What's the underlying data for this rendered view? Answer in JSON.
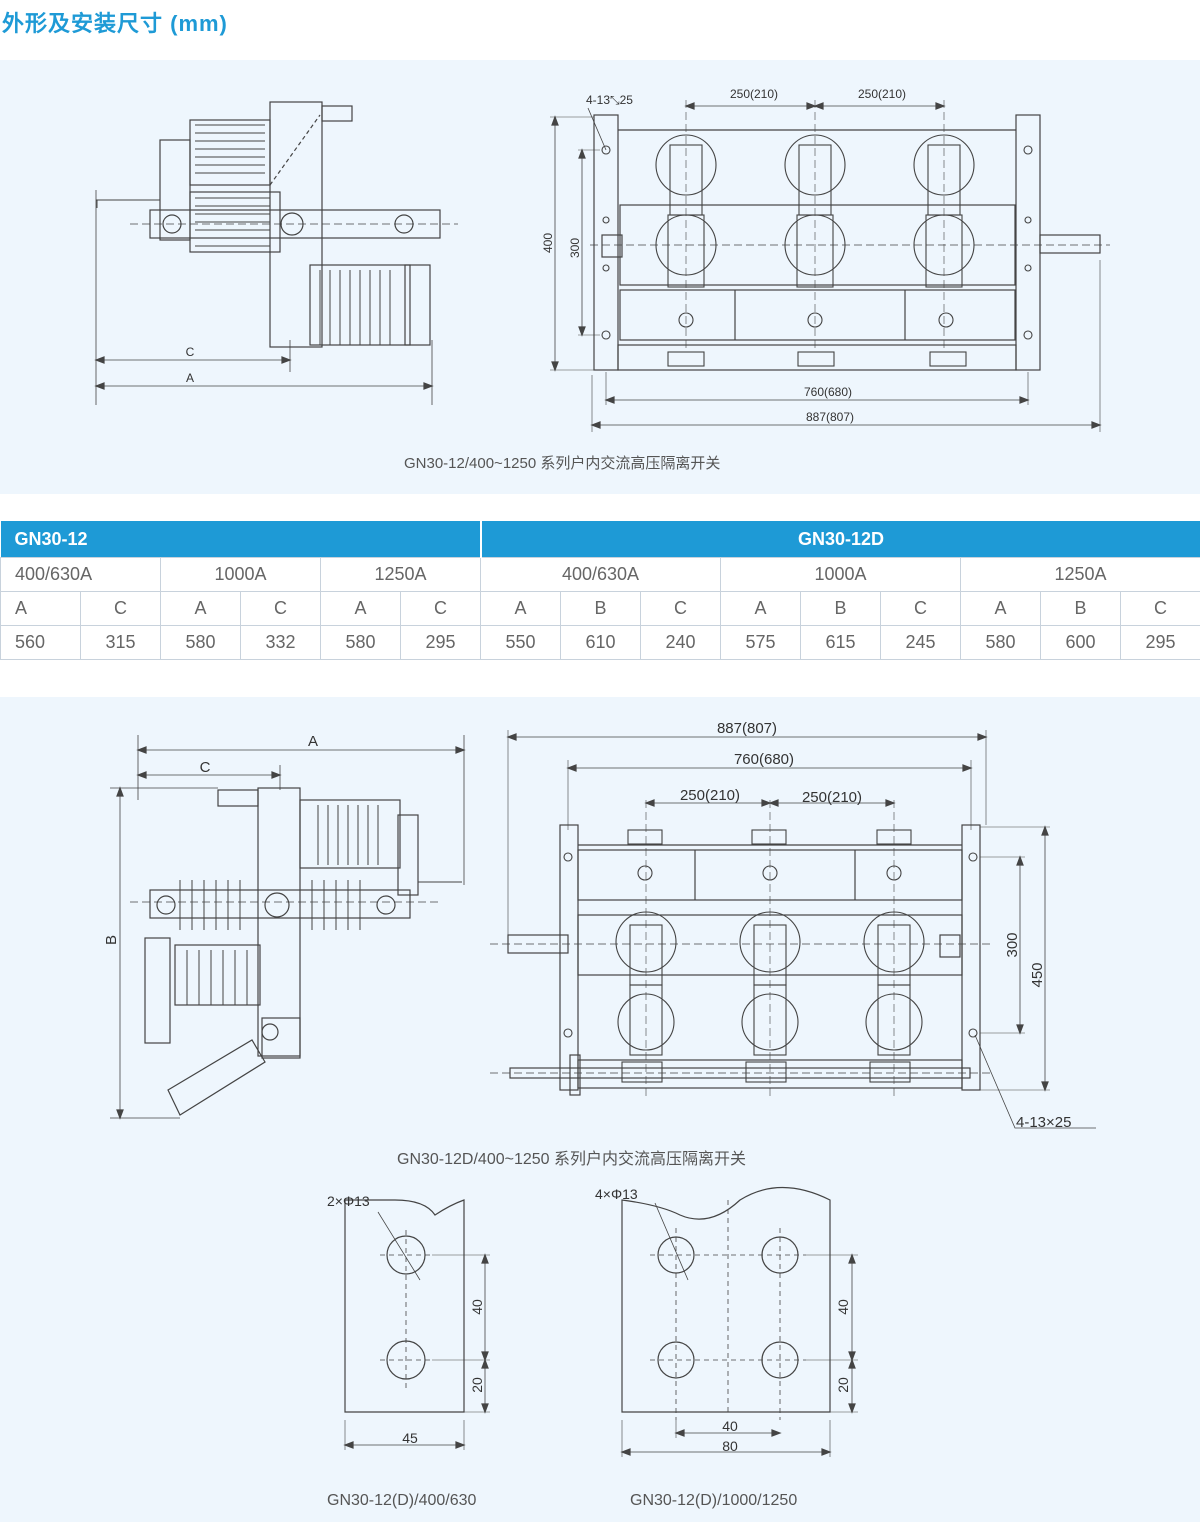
{
  "page": {
    "title": "外形及安装尺寸 (mm)"
  },
  "figure1": {
    "caption": "GN30-12/400~1250 系列户内交流高压隔离开关",
    "side_labels": {
      "c": "C",
      "a": "A"
    },
    "front_labels": {
      "holes": "4-13⤡25",
      "pitch1": "250(210)",
      "pitch2": "250(210)",
      "height_outer": "400",
      "height_inner": "300",
      "width_inner": "760(680)",
      "width_outer": "887(807)"
    }
  },
  "table": {
    "group1": "GN30-12",
    "group2": "GN30-12D",
    "ratings": [
      "400/630A",
      "1000A",
      "1250A",
      "400/630A",
      "1000A",
      "1250A"
    ],
    "columns": [
      "A",
      "C",
      "A",
      "C",
      "A",
      "C",
      "A",
      "B",
      "C",
      "A",
      "B",
      "C",
      "A",
      "B",
      "C"
    ],
    "values": [
      "560",
      "315",
      "580",
      "332",
      "580",
      "295",
      "550",
      "610",
      "240",
      "575",
      "615",
      "245",
      "580",
      "600",
      "295"
    ]
  },
  "figure2": {
    "caption": "GN30-12D/400~1250 系列户内交流高压隔离开关",
    "side_labels": {
      "a": "A",
      "c": "C",
      "b": "B"
    },
    "front_labels": {
      "width_outer": "887(807)",
      "width_inner": "760(680)",
      "pitch1": "250(210)",
      "pitch2": "250(210)",
      "height_inner": "300",
      "height_outer": "450",
      "holes": "4-13×25"
    }
  },
  "terminal1": {
    "caption": "GN30-12(D)/400/630",
    "holes": "2×Φ13",
    "dim_vertical": "40",
    "dim_bottom": "20",
    "dim_width": "45"
  },
  "terminal2": {
    "caption": "GN30-12(D)/1000/1250",
    "holes": "4×Φ13",
    "dim_vertical": "40",
    "dim_bottom": "20",
    "dim_inner": "40",
    "dim_width": "80"
  }
}
